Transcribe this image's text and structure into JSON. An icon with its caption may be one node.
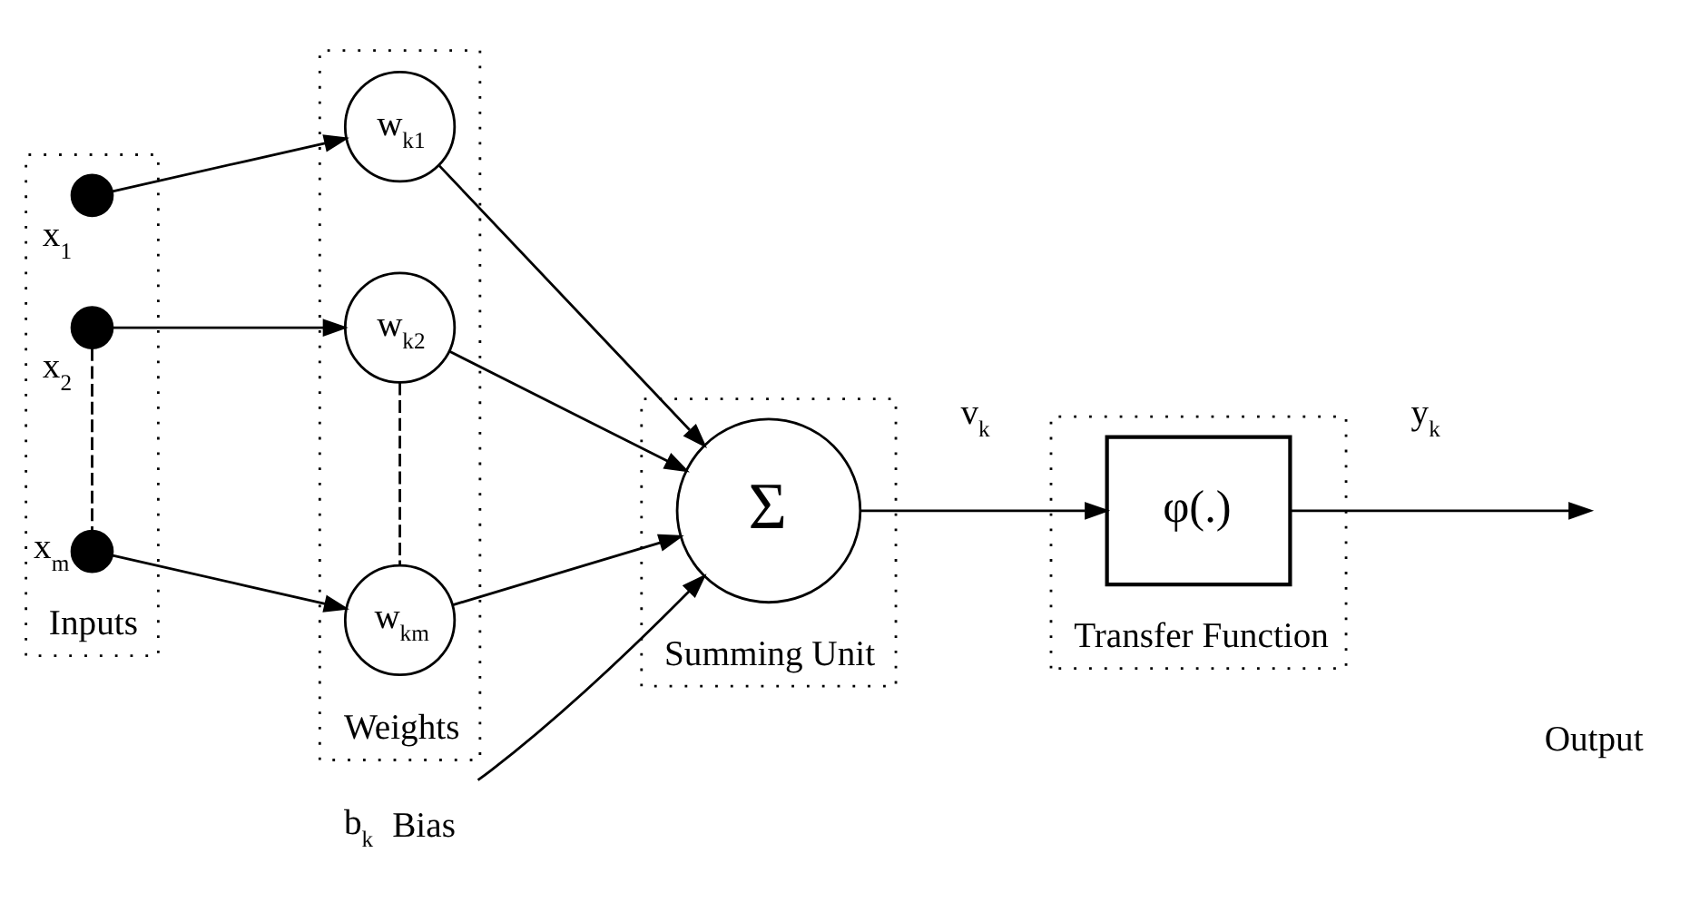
{
  "diagram": {
    "nodes": [
      {
        "text": [
          "Inputs"
        ]
      },
      {
        "text": [],
        "shape": "circle",
        "in": 0,
        "beside": [
          "x$_{1}$"
        ]
      },
      {
        "text": [],
        "shape": "circle",
        "in": 0,
        "beside": [
          "x$_{2}$"
        ]
      },
      {
        "text": [],
        "shape": "circle",
        "in": 0,
        "beside": [
          "x$_{m}$"
        ]
      },
      {
        "text": [
          "Weights"
        ]
      },
      {
        "text": [
          "w$_{k1}$"
        ],
        "in": 4
      },
      {
        "text": [
          "w$_{k2}$"
        ],
        "in": 4
      },
      {
        "text": [
          "w$_{km}$"
        ],
        "in": 4
      },
      {
        "text": [
          "Summing Unit"
        ]
      },
      {
        "text": [
          "Σ"
        ],
        "in": 8
      },
      {
        "text": [
          "Transfer Function"
        ]
      },
      {
        "text": [
          "φ(.)"
        ],
        "in": 10
      },
      {
        "text": [
          "b$_{k}$",
          "Bias"
        ]
      }
    ],
    "edges": [
      {
        "from": 1,
        "to": 5,
        "arrow": "to"
      },
      {
        "from": 2,
        "to": 6,
        "arrow": "to"
      },
      {
        "from": 3,
        "to": 7,
        "arrow": "to"
      },
      {
        "from": 2,
        "to": 3,
        "arrow": "none",
        "style": "dashed"
      },
      {
        "from": 6,
        "to": 7,
        "arrow": "none",
        "style": "dashed"
      },
      {
        "from": 5,
        "to": 9,
        "arrow": "to"
      },
      {
        "from": 6,
        "to": 9,
        "arrow": "to"
      },
      {
        "from": 7,
        "to": 9,
        "arrow": "to"
      },
      {
        "from": 12,
        "to": 9,
        "arrow": "to"
      },
      {
        "from": 9,
        "to": 11,
        "arrow": "to",
        "label": "v$_{k}$"
      },
      {
        "from": 11,
        "to": null,
        "arrow": "to",
        "label": "y$_{k}$"
      }
    ],
    "labels": [
      "Output"
    ]
  }
}
